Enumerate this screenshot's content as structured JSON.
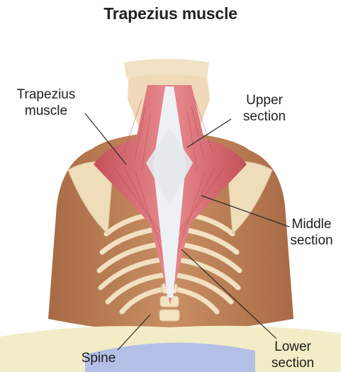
{
  "title": "Trapezius muscle",
  "labels": {
    "trapezius": "Trapezius\nmuscle",
    "upper": "Upper\nsection",
    "middle": "Middle\nsection",
    "lower": "Lower\nsection",
    "spine": "Spine"
  },
  "colors": {
    "skin": "#b97a52",
    "skin_light": "#d7a27b",
    "muscle": "#d7666c",
    "muscle_dark": "#b54550",
    "bone": "#f3e3c3",
    "tendon": "#e9eef2",
    "leader_line": "#2a2a2a",
    "cloth": "#f2ecc4",
    "cloth_blue": "#aab6e6"
  }
}
